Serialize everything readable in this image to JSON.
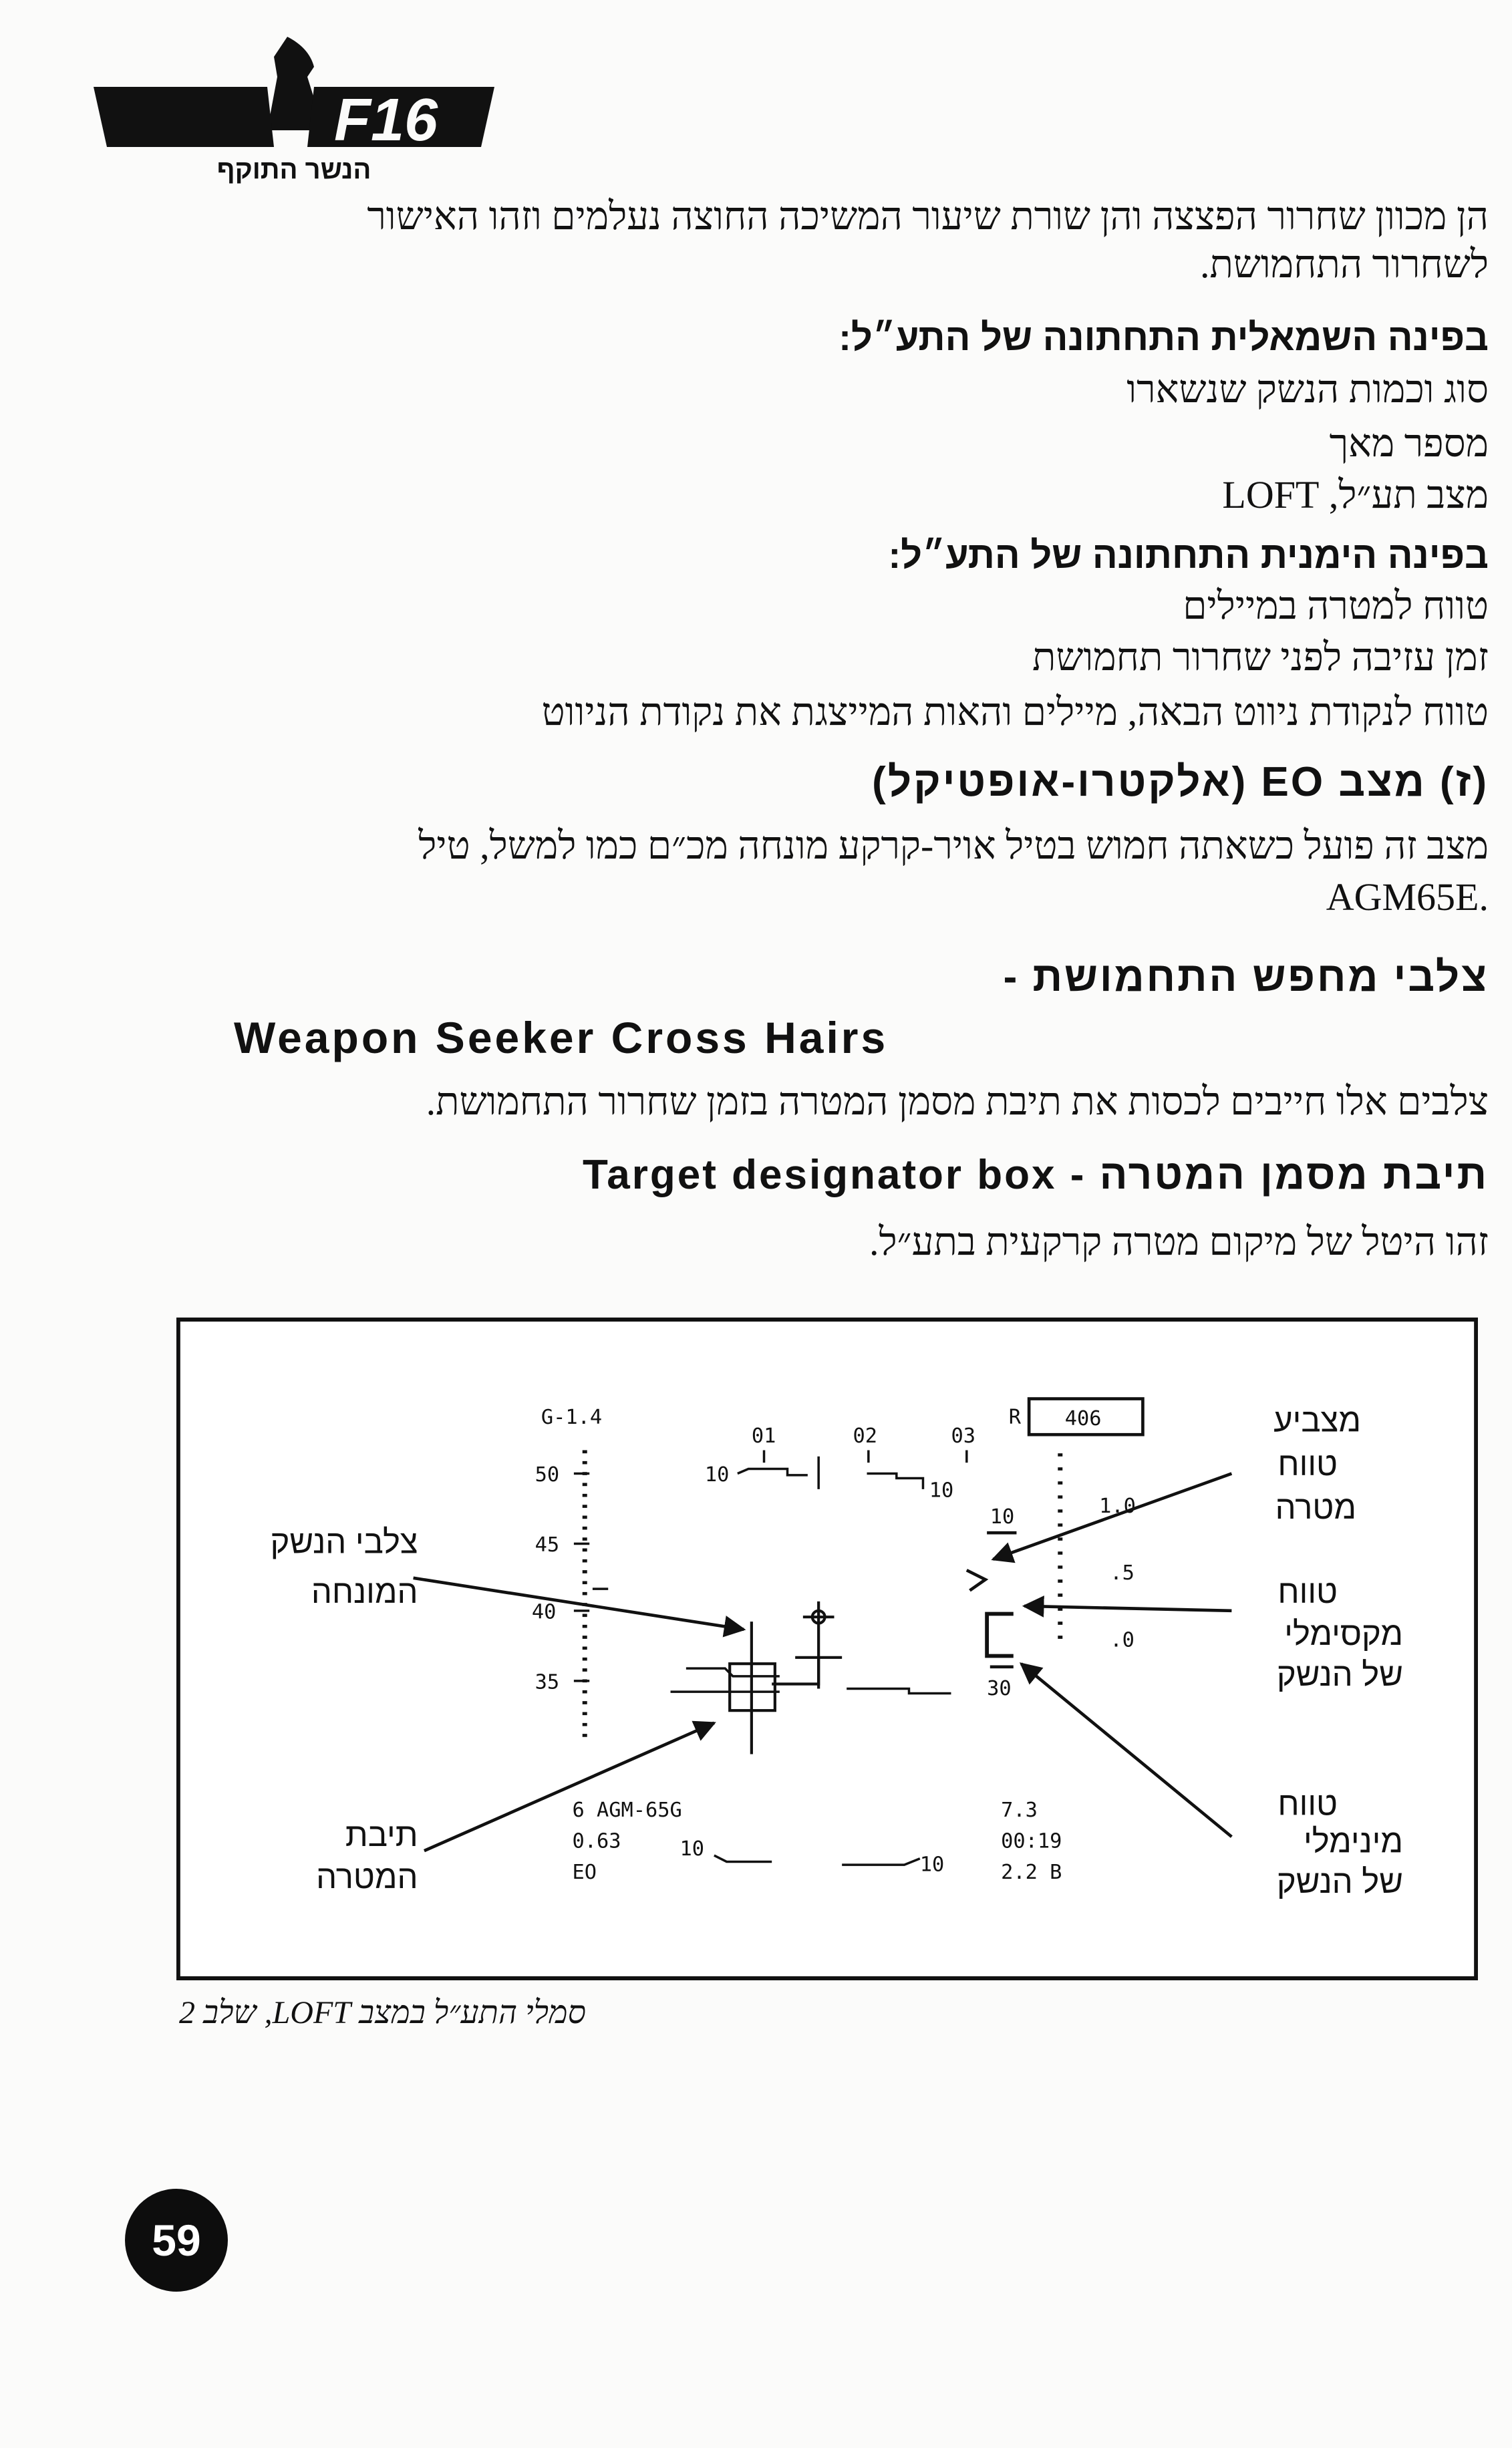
{
  "logo": {
    "text": "F16",
    "subtitle": "הנשר התוקף"
  },
  "body": {
    "p1_line1": "הן מכוון שחרור הפצצה והן שורת שיעור המשיכה החוצה נעלמים וזהו האישור",
    "p1_line2": "לשחרור התחמושת.",
    "h_left": "בפינה השמאלית התחתונה של התע״ל:",
    "left_items": [
      "סוג וכמות הנשק שנשארו",
      "מספר מאך",
      "מצב תע״ל, LOFT"
    ],
    "h_right": "בפינה הימנית התחתונה של התע״ל:",
    "right_items": [
      "טווח למטרה במיילים",
      "זמן עזיבה לפני שחרור תחמושת",
      "טווח לנקודת ניווט הבאה, מיילים והאות המייצגת את נקודת הניווט"
    ],
    "h_eo": "(ז) מצב EO (אלקטרו-אופטיקל)",
    "eo_line1": "מצב זה פועל כשאתה חמוש בטיל אויר-קרקע מונחה מכ״ם כמו למשל, טיל",
    "eo_line2": ".AGM65E",
    "h_seeker": "צלבי מחפש התחמושת -",
    "seeker_en": "Weapon Seeker Cross Hairs",
    "seeker_text": "צלבים אלו חייבים לכסות את תיבת מסמן המטרה בזמן שחרור התחמושת.",
    "h_box": "תיבת מסמן המטרה - Target designator box",
    "box_text": "זהו היטל של מיקום מטרה קרקעית בתע״ל."
  },
  "diagram": {
    "g_readout": "G-1.4",
    "left_scale": [
      "50",
      "45",
      "40",
      "35"
    ],
    "heading_ticks": [
      "01",
      "02",
      "03"
    ],
    "range_prefix": "R",
    "range_box": "406",
    "right_scale": [
      "1.0",
      ".5",
      ".0"
    ],
    "max_range_value": "10",
    "min_range_value": "30",
    "horizon_left": "10",
    "horizon_right": "10",
    "bottom_left": [
      "6 AGM-65G",
      "0.63",
      "EO"
    ],
    "bottom_right": [
      "7.3",
      "00:19",
      "2.2 B"
    ],
    "bottom_horizon_left": "10",
    "bottom_horizon_right": "10",
    "labels_right": {
      "range_indicator": [
        "מצביע",
        "טווח",
        "מטרה"
      ],
      "max_range": [
        "טווח",
        "מקסימלי",
        "של הנשק"
      ],
      "min_range": [
        "טווח",
        "מינימלי",
        "של הנשק"
      ]
    },
    "labels_left": {
      "seeker": [
        "צלבי הנשק",
        "המונחה"
      ],
      "target_box": [
        "תיבת",
        "המטרה"
      ]
    }
  },
  "caption": "סמלי התע״ל במצב LOFT, שלב 2",
  "page_number": "59"
}
